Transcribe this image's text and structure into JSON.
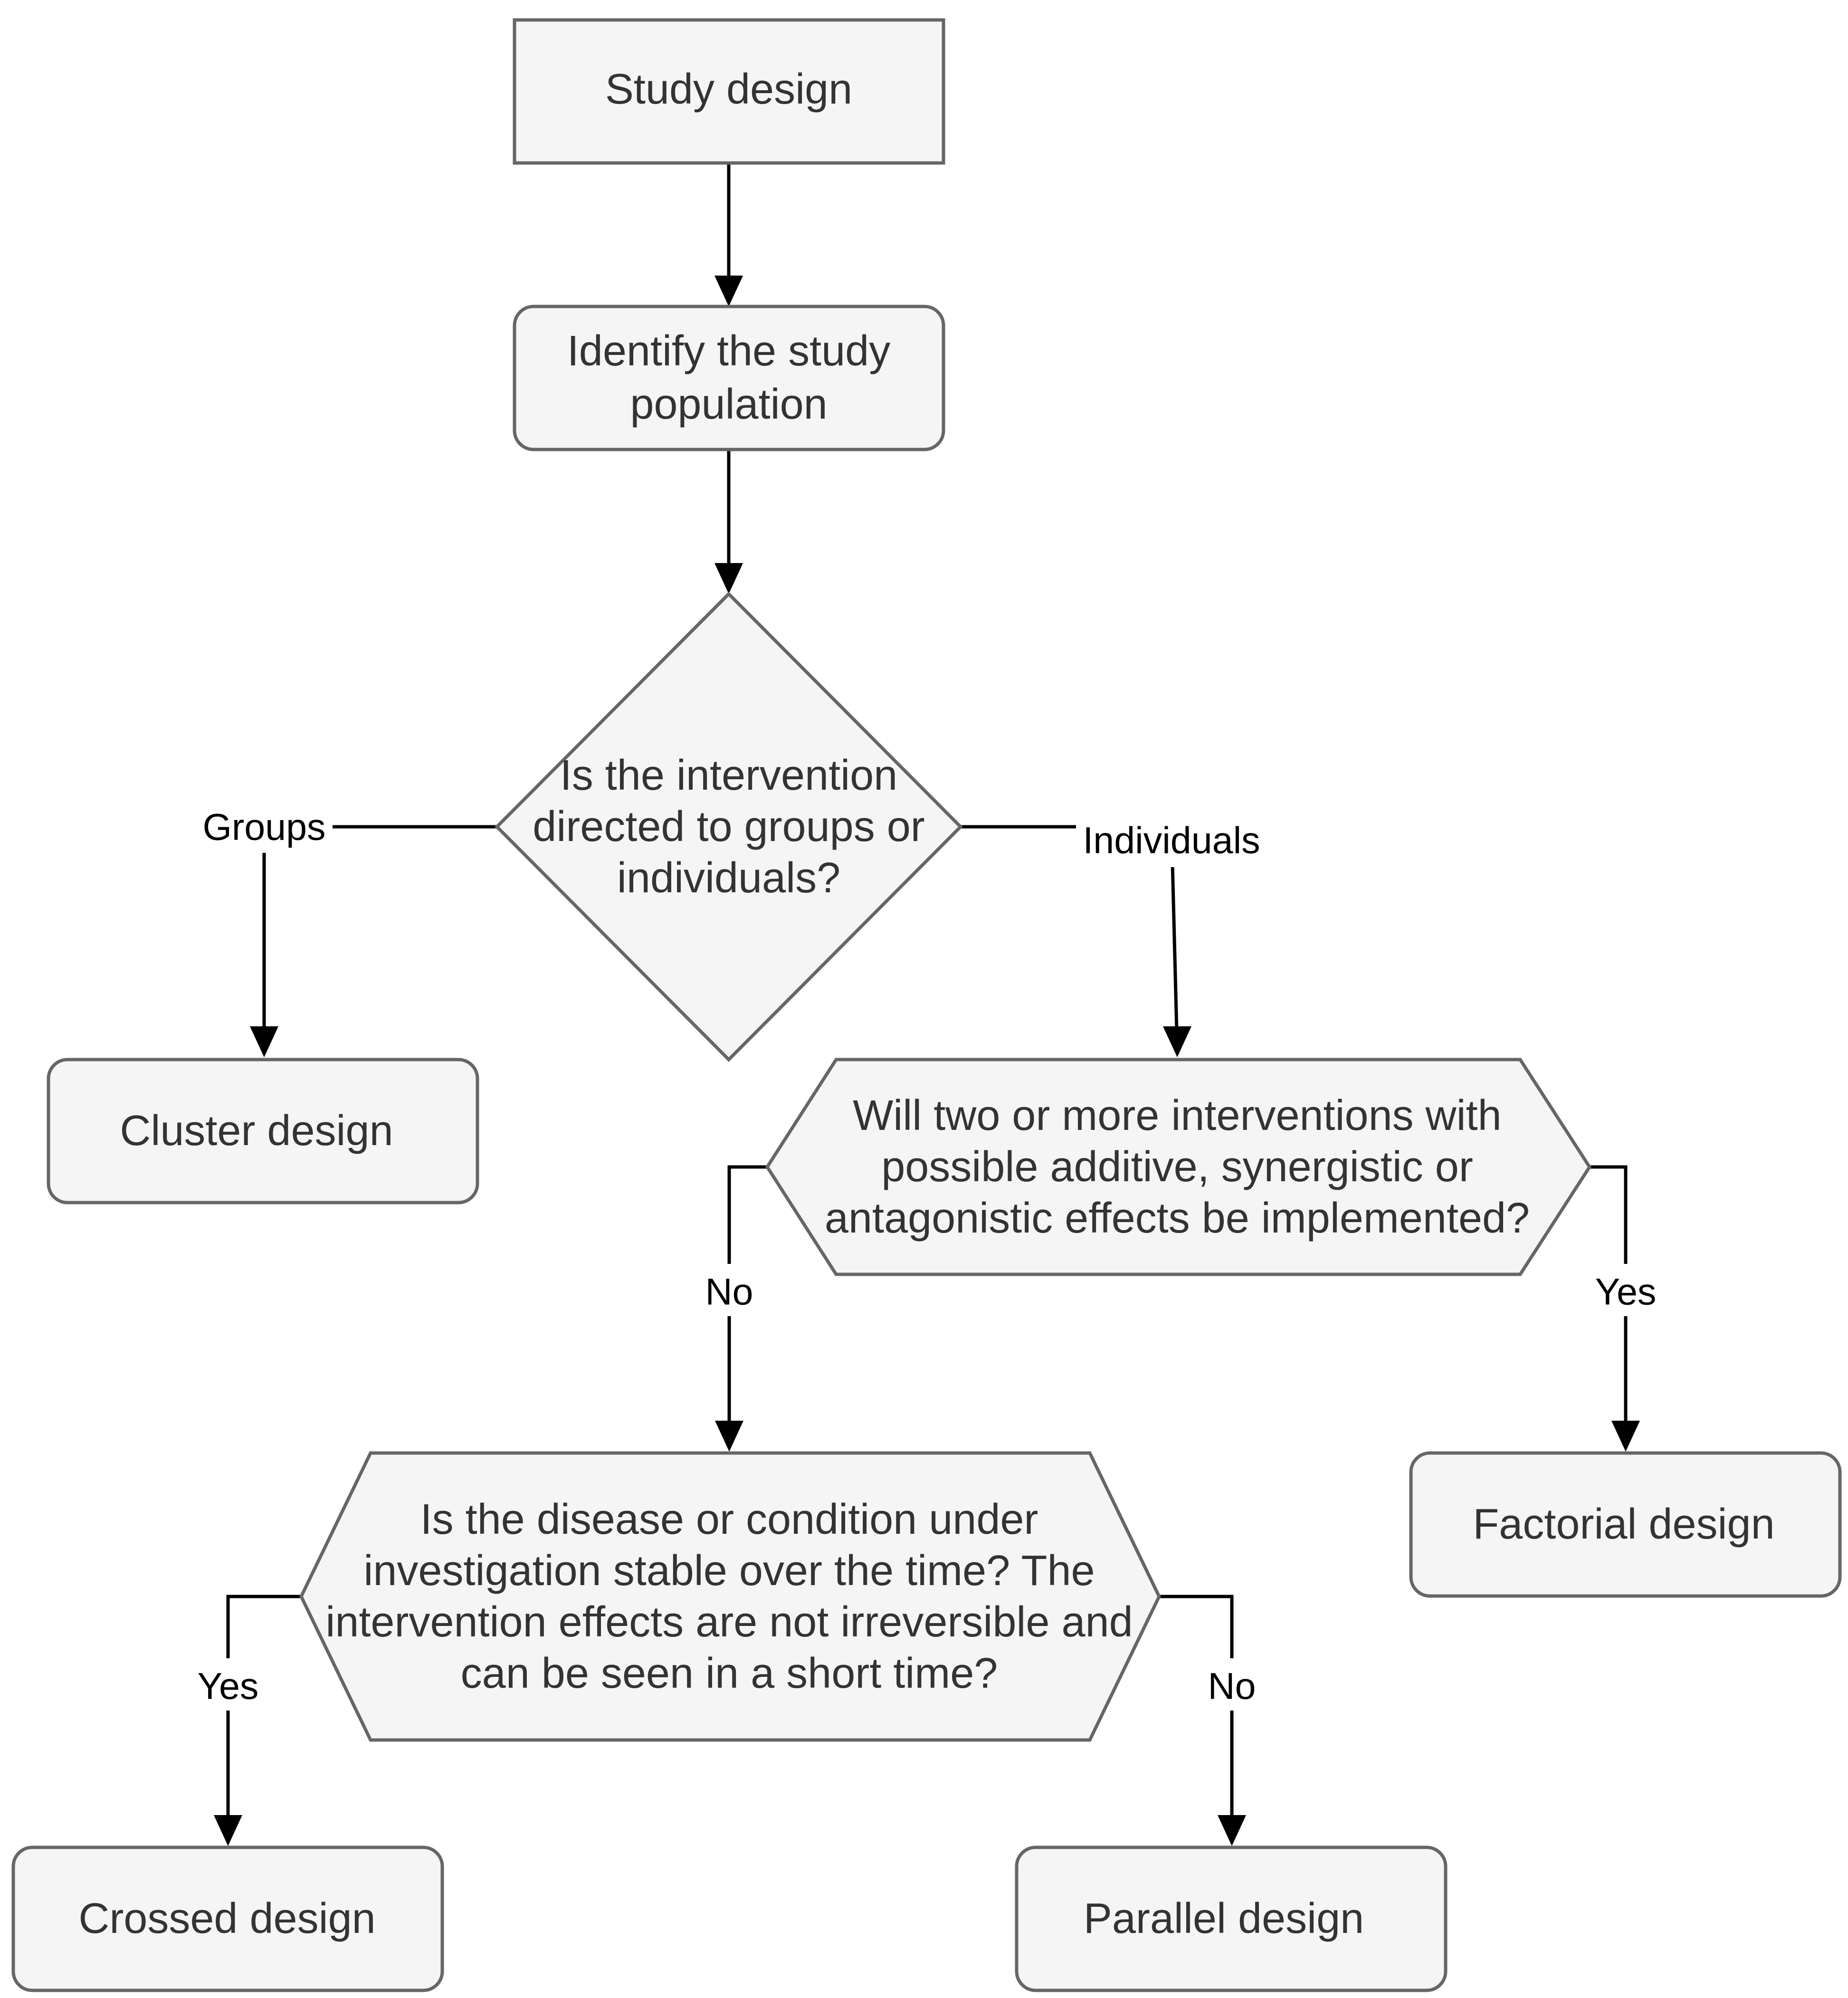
{
  "nodes": {
    "study_design": {
      "lines": [
        "Study design"
      ]
    },
    "identify_population": {
      "lines": [
        "Identify the study",
        "population"
      ]
    },
    "decision_groups": {
      "lines": [
        "Is the intervention",
        "directed to groups or",
        "individuals?"
      ]
    },
    "cluster_design": {
      "lines": [
        "Cluster design"
      ]
    },
    "decision_interventions": {
      "lines": [
        "Will two or more interventions with",
        "possible additive, synergistic or",
        "antagonistic effects be implemented?"
      ]
    },
    "decision_stable": {
      "lines": [
        "Is the disease or condition under",
        "investigation stable over the time? The",
        "intervention effects are not irreversible and",
        "can be seen in a short time?"
      ]
    },
    "factorial_design": {
      "lines": [
        "Factorial design"
      ]
    },
    "crossed_design": {
      "lines": [
        "Crossed design"
      ]
    },
    "parallel_design": {
      "lines": [
        "Parallel design"
      ]
    }
  },
  "edge_labels": {
    "groups": "Groups",
    "individuals": "Individuals",
    "interventions_no": "No",
    "interventions_yes": "Yes",
    "stable_yes": "Yes",
    "stable_no": "No"
  }
}
